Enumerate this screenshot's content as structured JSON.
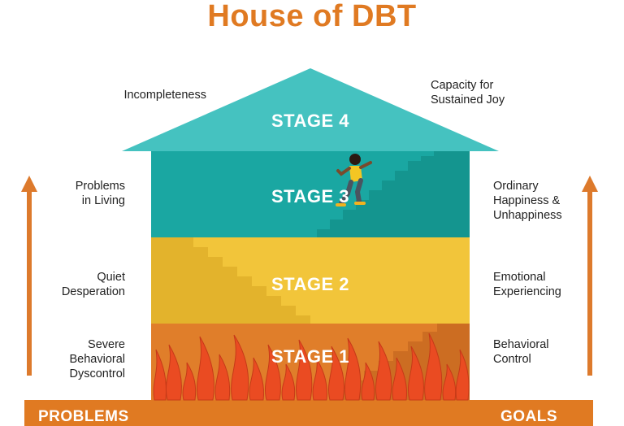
{
  "title": "House of DBT",
  "stages": [
    {
      "label": "STAGE 4",
      "color": "#45c2c0"
    },
    {
      "label": "STAGE 3",
      "color": "#1aa7a2"
    },
    {
      "label": "STAGE 2",
      "color": "#f2c53a"
    },
    {
      "label": "STAGE 1",
      "color": "#e07e2a"
    }
  ],
  "problems": [
    "Incompleteness",
    "Problems\nin Living",
    "Quiet\nDesperation",
    "Severe\nBehavioral\nDyscontrol"
  ],
  "goals": [
    "Capacity for\nSustained Joy",
    "Ordinary\nHappiness &\nUnhappiness",
    "Emotional\nExperiencing",
    "Behavioral\nControl"
  ],
  "bar": {
    "left_label": "PROBLEMS",
    "right_label": "GOALS",
    "color": "#e07a22"
  },
  "colors": {
    "title": "#e07a22",
    "arrow": "#dd7a2c",
    "flame": "#ea4b22",
    "stairs_shadow_teal": "#14958f",
    "stairs_shadow_yellow": "#e3b32c",
    "stairs_shadow_orange": "#cc6d22"
  },
  "icons": {
    "figure": "running-person-icon",
    "up_arrow": "up-arrow-icon",
    "flames": "flame-icon"
  }
}
